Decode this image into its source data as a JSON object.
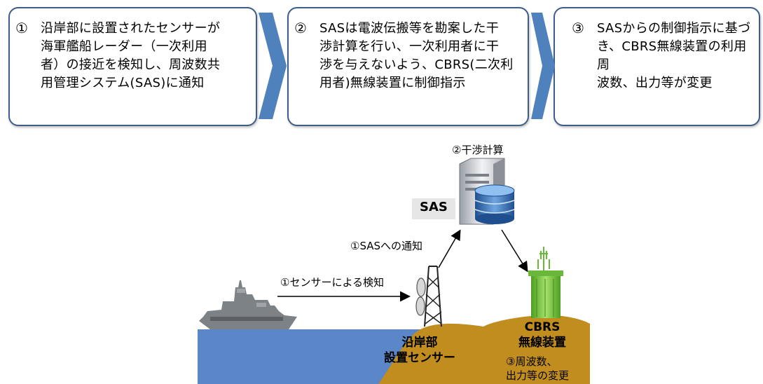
{
  "steps": [
    {
      "number": "①",
      "lines": [
        "沿岸部に設置されたセンサーが",
        "海軍艦船レーダー（一次利用",
        "者）の接近を検知し、周波数共",
        "用管理システム(SAS)に通知"
      ]
    },
    {
      "number": "②",
      "lines": [
        "SASは電波伝搬等を勘案した干",
        "渉計算を行い、一次利用者に干",
        "渉を与えないよう、CBRS(二次利",
        "用者)無線装置に制御指示"
      ]
    },
    {
      "number": "③",
      "lines": [
        "SASからの制御指示に基づ",
        "き、CBRS無線装置の利用周",
        "波数、出力等が変更"
      ]
    }
  ],
  "labels": {
    "interference_calc": "②干渉計算",
    "sas": "SAS",
    "sas_notify": "①SASへの通知",
    "sensor_detect": "①センサーによる検知",
    "coastal_sensor_line1": "沿岸部",
    "coastal_sensor_line2": "設置センサー",
    "cbrs_line1": "CBRS",
    "cbrs_line2": "無線装置",
    "change_line1": "③周波数、",
    "change_line2": "出力等の変更"
  },
  "colors": {
    "box_border": "#3d5e8a",
    "arrow": "#4f81bd",
    "sea": "#5b87c8",
    "land": "#c08d1e",
    "building": "#7fc53c"
  }
}
